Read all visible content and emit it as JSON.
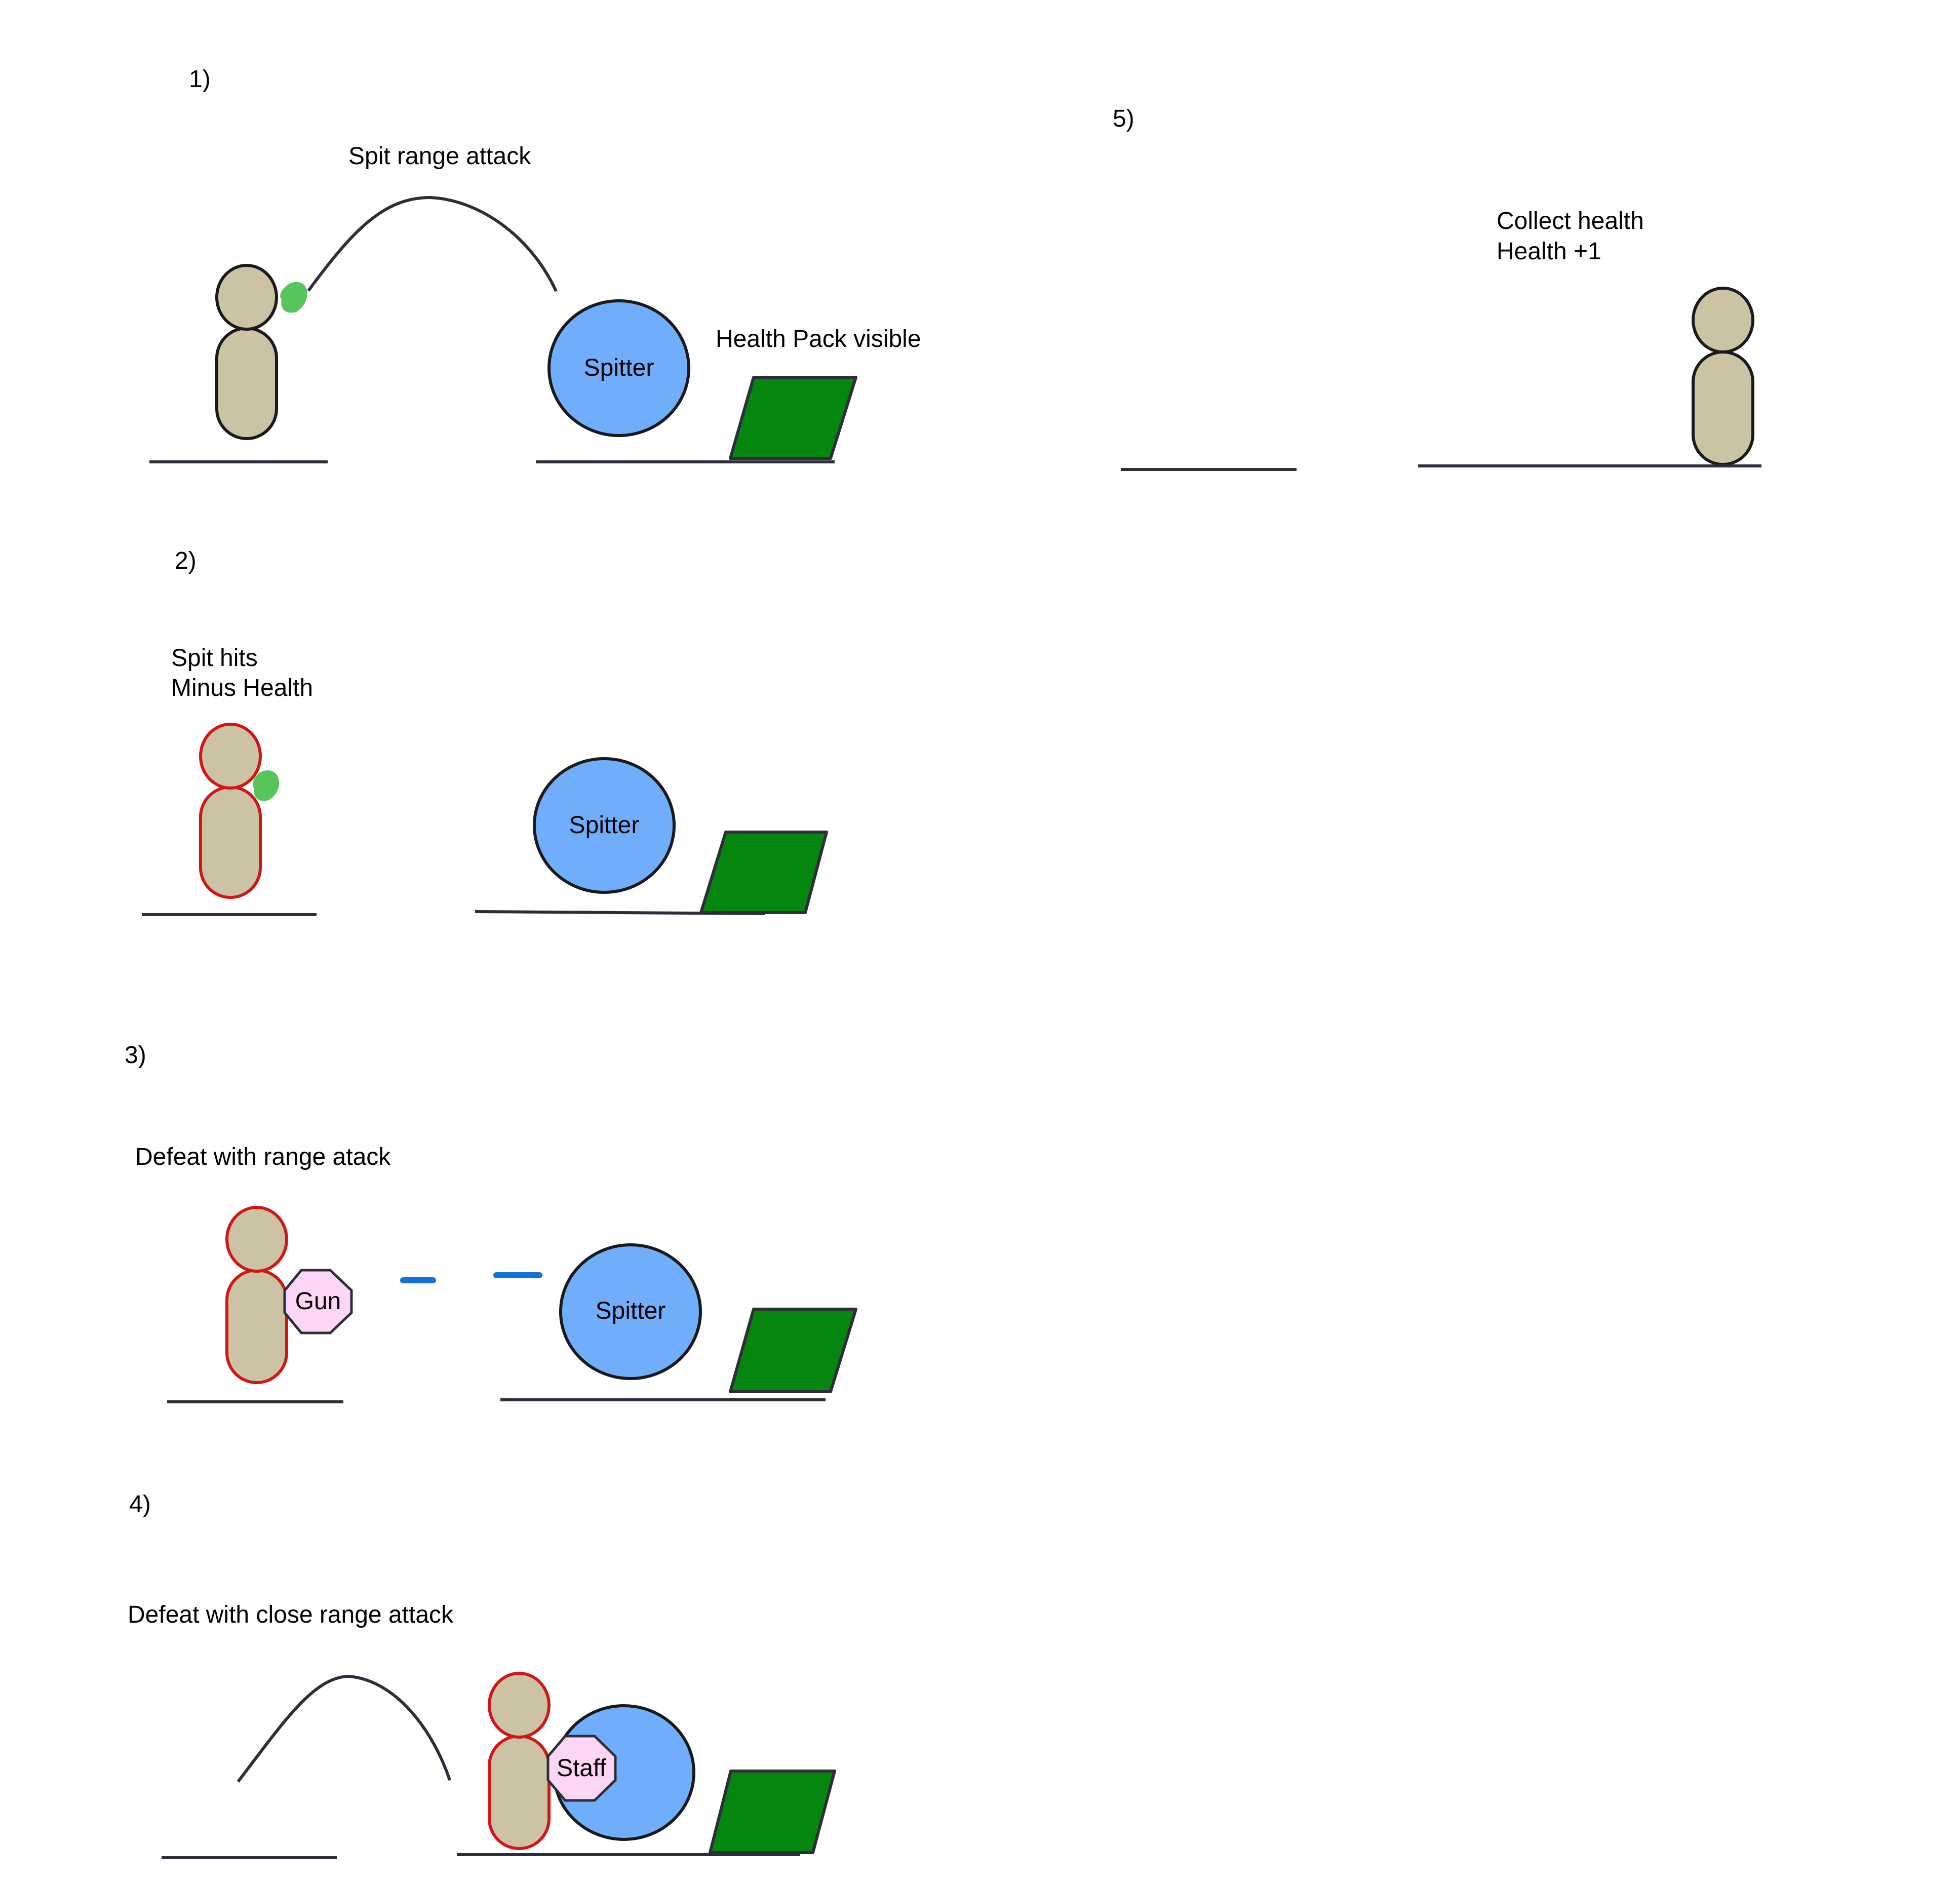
{
  "colors": {
    "skin": "#ccc3a5",
    "outline_normal": "#1a1a1a",
    "outline_damaged": "#d01616",
    "enemy_fill": "#70aefc",
    "health_pack": "#04860f",
    "spit": "#57c45c",
    "projectile": "#1570d8",
    "weapon_fill": "#fcd6f4",
    "ground": "#2e2e3a",
    "warning_text": "#cc1b1b"
  },
  "panels": [
    {
      "id": "panel-1",
      "number": "1)",
      "captions": [
        "Spit range attack",
        "Health Pack visible"
      ],
      "enemy_label": "Spitter"
    },
    {
      "id": "panel-2",
      "number": "2)",
      "captions": [
        "Spit hits"
      ],
      "warning": "Minus Health",
      "enemy_label": "Spitter"
    },
    {
      "id": "panel-3",
      "number": "3)",
      "captions": [
        "Defeat with range atack"
      ],
      "weapon_label": "Gun",
      "enemy_label": "Spitter"
    },
    {
      "id": "panel-4",
      "number": "4)",
      "captions": [
        "Defeat with close range attack"
      ],
      "weapon_label": "Staff"
    },
    {
      "id": "panel-5",
      "number": "5)",
      "captions": [
        "Collect health",
        "Health +1"
      ]
    }
  ]
}
